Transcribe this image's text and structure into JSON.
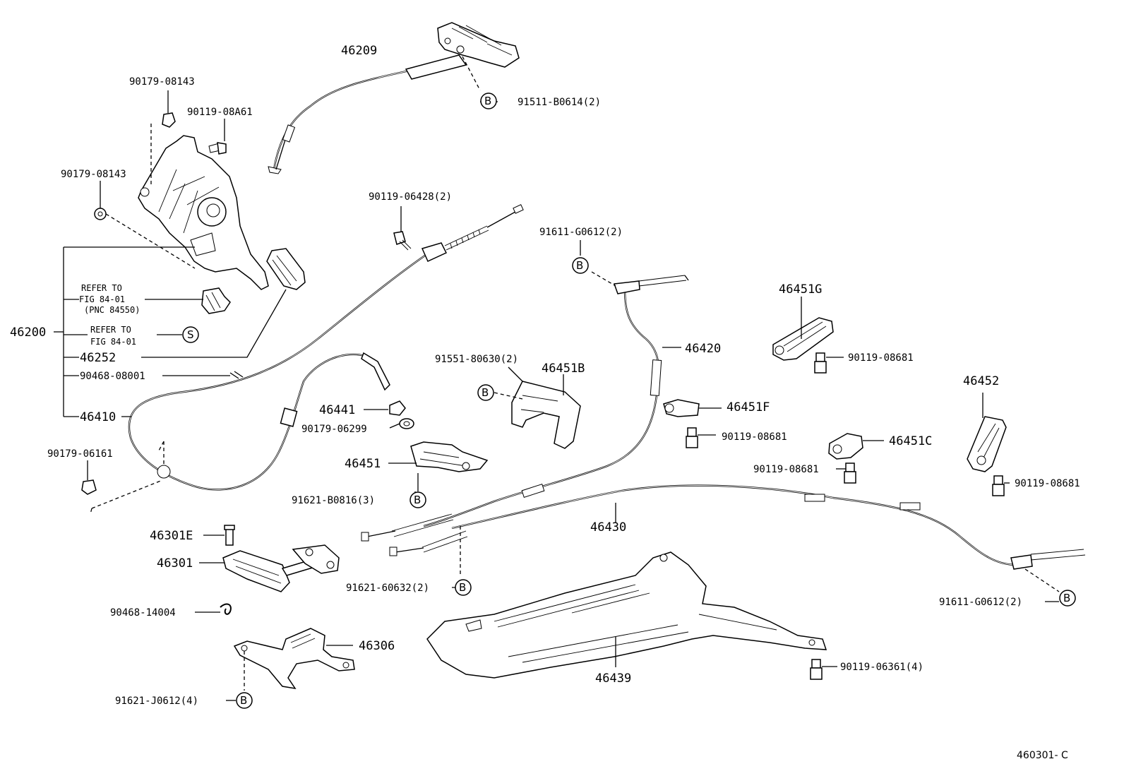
{
  "callouts": {
    "p46209": "46209",
    "p91511_b0614": "91511-B0614(2)",
    "p90179_08143_a": "90179-08143",
    "p90119_08a61": "90119-08A61",
    "p90179_08143_b": "90179-08143",
    "p90119_06428": "90119-06428(2)",
    "p91611_g0612_a": "91611-G0612(2)",
    "p46451g": "46451G",
    "p90119_08681_a": "90119-08681",
    "p46200": "46200",
    "p46252": "46252",
    "p90468_08001": "90468-08001",
    "p46410": "46410",
    "p90179_06161": "90179-06161",
    "p46441": "46441",
    "p90179_06299": "90179-06299",
    "p46451": "46451",
    "p91621_b0816": "91621-B0816(3)",
    "p91551_80630": "91551-80630(2)",
    "p46451b": "46451B",
    "p46420": "46420",
    "p46451f": "46451F",
    "p90119_08681_b": "90119-08681",
    "p46452": "46452",
    "p46451c": "46451C",
    "p90119_08681_c": "90119-08681",
    "p90119_08681_d": "90119-08681",
    "p46430": "46430",
    "p46301e": "46301E",
    "p46301": "46301",
    "p91621_60632": "91621-60632(2)",
    "p90468_14004": "90468-14004",
    "p46306": "46306",
    "p91621_j0612": "91621-J0612(4)",
    "p46439": "46439",
    "p90119_06361": "90119-06361(4)",
    "p91611_g0612_b": "91611-G0612(2)"
  },
  "notes": {
    "refer1_l1": "REFER TO",
    "refer1_l2": "FIG 84-01",
    "refer1_l3": "(PNC 84550)",
    "refer2_l1": "REFER TO",
    "refer2_l2": "FIG 84-01"
  },
  "markers": {
    "b": "B",
    "s": "S"
  },
  "figure_id": "460301- C"
}
